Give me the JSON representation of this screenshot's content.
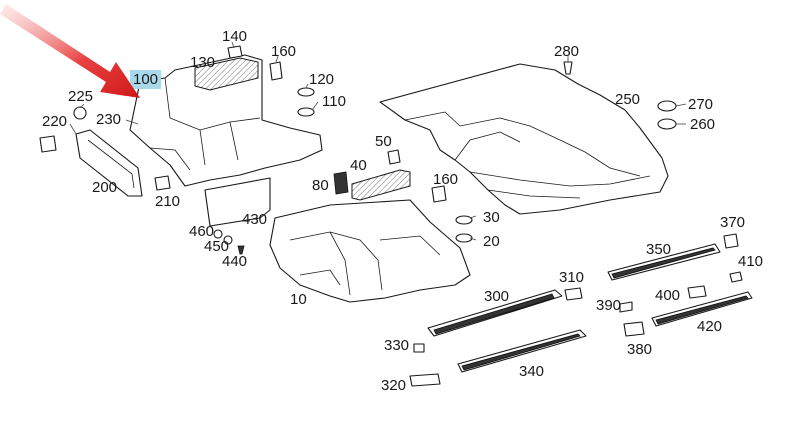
{
  "diagram": {
    "highlight_color": "#a8d8ea",
    "arrow_color": "#e02424",
    "highlighted_label": "100",
    "labels": [
      "10",
      "20",
      "30",
      "40",
      "50",
      "80",
      "100",
      "110",
      "120",
      "130",
      "140",
      "160",
      "160",
      "200",
      "210",
      "220",
      "225",
      "230",
      "250",
      "260",
      "270",
      "280",
      "300",
      "310",
      "320",
      "330",
      "340",
      "350",
      "370",
      "380",
      "390",
      "400",
      "410",
      "420",
      "430",
      "440",
      "450",
      "460"
    ]
  }
}
